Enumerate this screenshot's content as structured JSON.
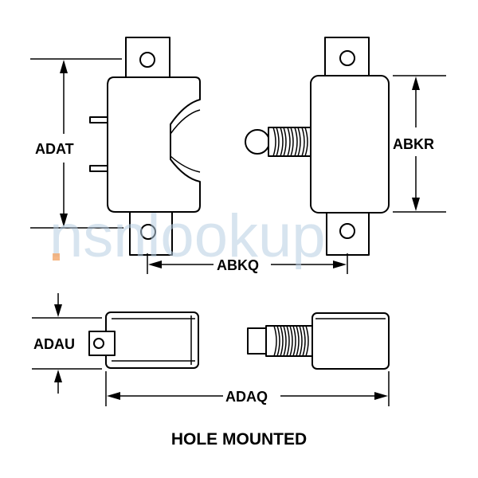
{
  "dimensions": {
    "adat": "ADAT",
    "abkr": "ABKR",
    "abkq": "ABKQ",
    "adau": "ADAU",
    "adaq": "ADAQ"
  },
  "caption": "HOLE MOUNTED",
  "watermark": "nsnlookup",
  "colors": {
    "line": "#000000",
    "background": "#ffffff",
    "watermark": "#b8cfe3",
    "watermark_dot": "#f2a66a"
  }
}
